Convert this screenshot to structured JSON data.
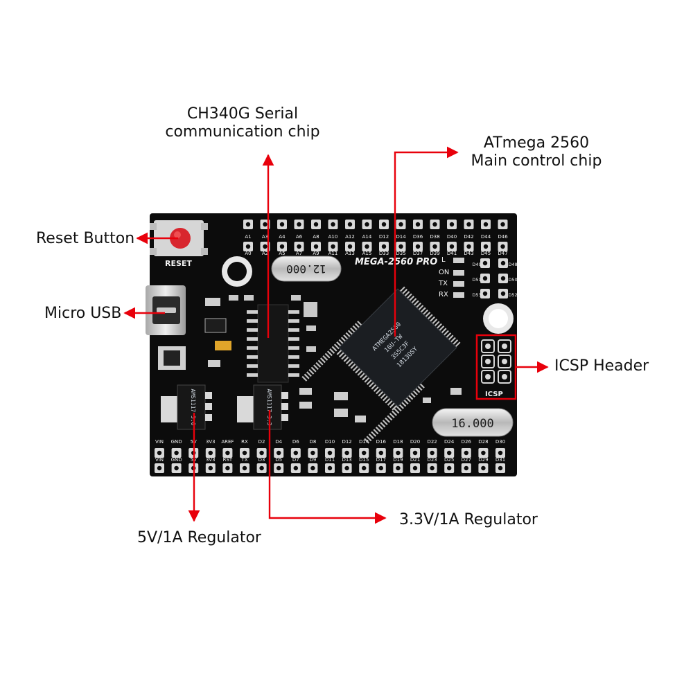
{
  "colors": {
    "arrow": "#e8000b",
    "pcb": "#0c0c0c",
    "pad": "#d9d9d9",
    "label": "#111111"
  },
  "callouts": {
    "reset": "Reset Button",
    "usb": "Micro USB",
    "ch340_line1": "CH340G Serial",
    "ch340_line2": "communication chip",
    "atmega_line1": "ATmega 2560",
    "atmega_line2": "Main control chip",
    "icsp": "ICSP Header",
    "reg5v": "5V/1A Regulator",
    "reg33v": "3.3V/1A Regulator"
  },
  "board": {
    "name": "MEGA-2560 PRO",
    "reset_label": "RESET",
    "icsp_label": "ICSP",
    "crystal_small": "12.000",
    "crystal_large": "16.000",
    "mcu_lines": [
      "ATMEGA2560",
      "16U-TW",
      "3S5C3F",
      "1813OSY"
    ],
    "led_labels": [
      "L",
      "ON",
      "TX",
      "RX"
    ],
    "top_pins_upper": [
      "A1",
      "A3",
      "A4",
      "A6",
      "A8",
      "A10",
      "A12",
      "A14",
      "D12",
      "D14",
      "D36",
      "D38",
      "D40",
      "D42",
      "D44",
      "D46"
    ],
    "top_pins_lower": [
      "A0",
      "A2",
      "A5",
      "A7",
      "A9",
      "A11",
      "A13",
      "A15",
      "D33",
      "D35",
      "D37",
      "D39",
      "D41",
      "D43",
      "D45",
      "D47"
    ],
    "right_pins": [
      "D49",
      "D51",
      "D53",
      "D48",
      "D50",
      "D52"
    ],
    "bottom_pins_upper": [
      "VIN",
      "GND",
      "5V",
      "3V3",
      "AREF",
      "RX",
      "D2",
      "D4",
      "D6",
      "D8",
      "D10",
      "D12",
      "D14",
      "D16",
      "D18",
      "D20",
      "D22",
      "D24",
      "D26",
      "D28",
      "D30"
    ],
    "bottom_pins_lower": [
      "VIN",
      "GND",
      "5V",
      "3V3",
      "RST",
      "TX",
      "D3",
      "D5",
      "D7",
      "D9",
      "D11",
      "D13",
      "D15",
      "D17",
      "D19",
      "D21",
      "D23",
      "D25",
      "D27",
      "D29",
      "D31"
    ],
    "reg_5v_text": "AMS1117 5.0",
    "reg_33v_text": "AMS1117 3.3"
  }
}
